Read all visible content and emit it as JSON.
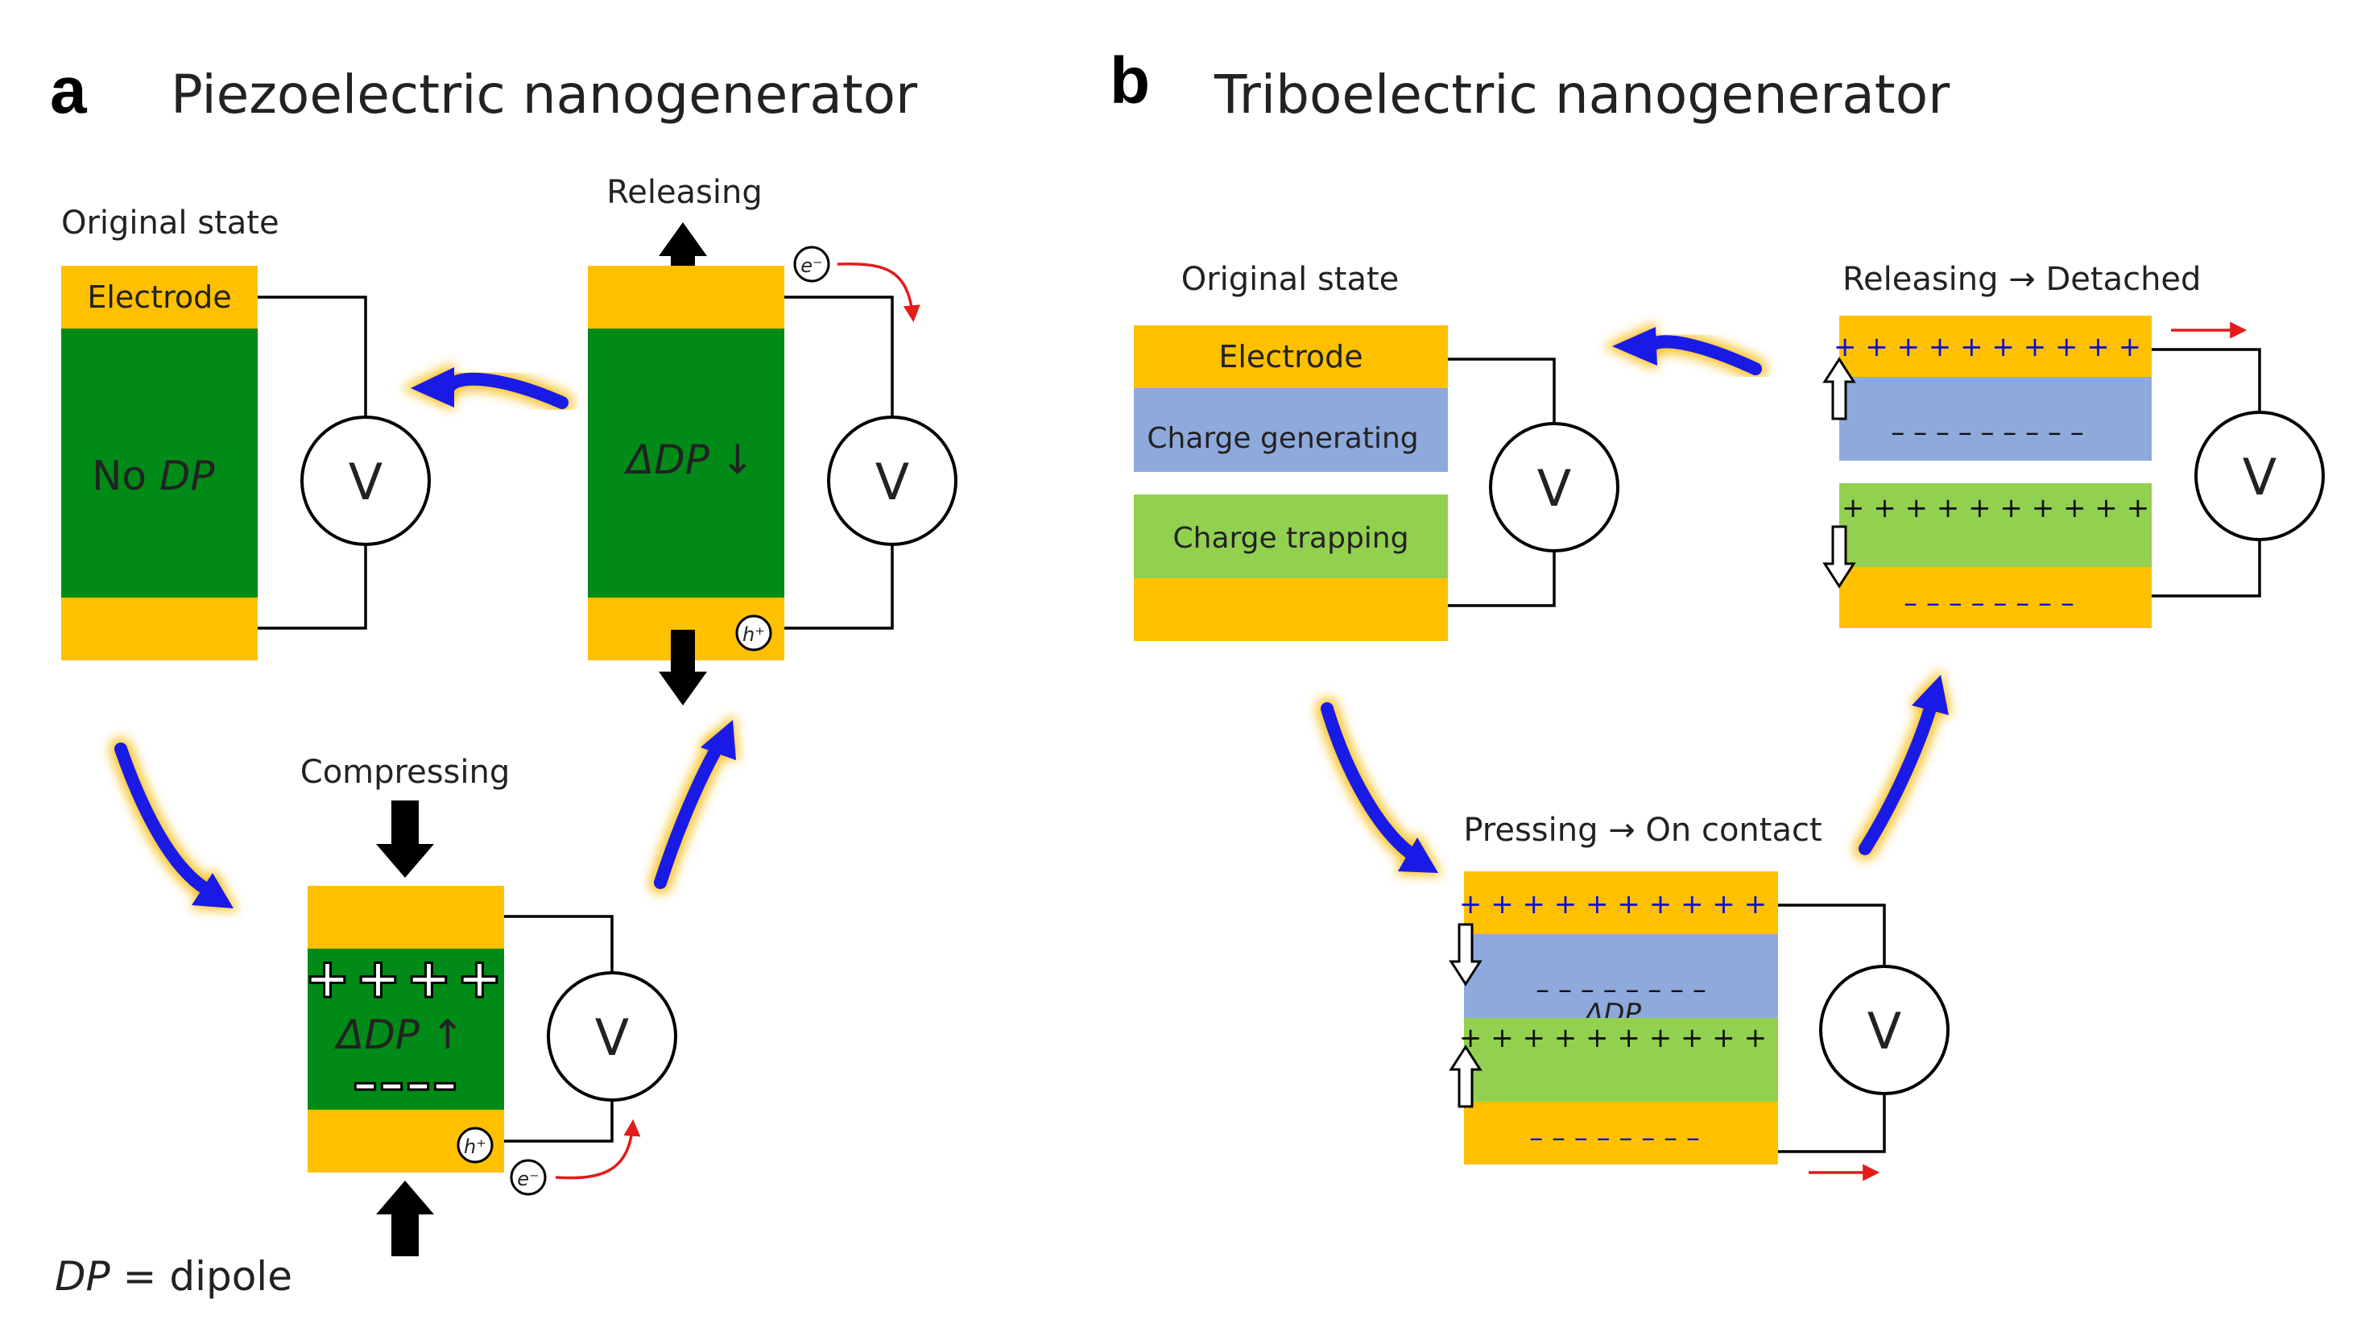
{
  "panel_a": {
    "letter": "a",
    "title": "Piezoelectric nanogenerator",
    "original_state": {
      "label": "Original state",
      "electrode_label": "Electrode",
      "body_text_prefix": "No ",
      "body_text_italic": "DP",
      "voltmeter": "V"
    },
    "releasing": {
      "label": "Releasing",
      "body_text_italic": "ΔDP",
      "body_arrow": "↓",
      "electron": "e⁻",
      "hole": "h⁺",
      "voltmeter": "V"
    },
    "compressing": {
      "label": "Compressing",
      "plus_signs": "++++",
      "minus_signs": "––––",
      "body_text_italic": "ΔDP",
      "body_arrow": "↑",
      "electron": "e⁻",
      "hole": "h⁺",
      "voltmeter": "V"
    },
    "legend": {
      "symbol": "DP",
      "definition": " = dipole"
    }
  },
  "panel_b": {
    "letter": "b",
    "title": "Triboelectric nanogenerator",
    "original_state": {
      "label": "Original state",
      "electrode_label": "Electrode",
      "generating_label": "Charge generating",
      "trapping_label": "Charge trapping",
      "voltmeter": "V"
    },
    "releasing": {
      "label": "Releasing → Detached",
      "top_plus": "+ + + + + + + + + +",
      "top_minus": "– – – – – – – – –",
      "bottom_plus": "+ + + + + + + + + +",
      "bottom_minus": "– – – – – – – –",
      "voltmeter": "V"
    },
    "pressing": {
      "label": "Pressing → On contact",
      "top_plus": "+ + + + + + + + + +",
      "mid_minus": "– – – – – – – –",
      "delta_label": "ΔDP",
      "mid_plus": "+ + + + + + + + + +",
      "bottom_minus": "– – – – – – – –",
      "voltmeter": "V"
    }
  },
  "colors": {
    "electrode": "#FFC000",
    "piezo": "#008A17",
    "generating": "#8EA9DB",
    "trapping": "#92D050",
    "cycle_arrow": "#1A1AE6",
    "cycle_glow": "#F5B800",
    "current_arrow": "#E51A1A",
    "plus_blue": "#1010D0"
  }
}
